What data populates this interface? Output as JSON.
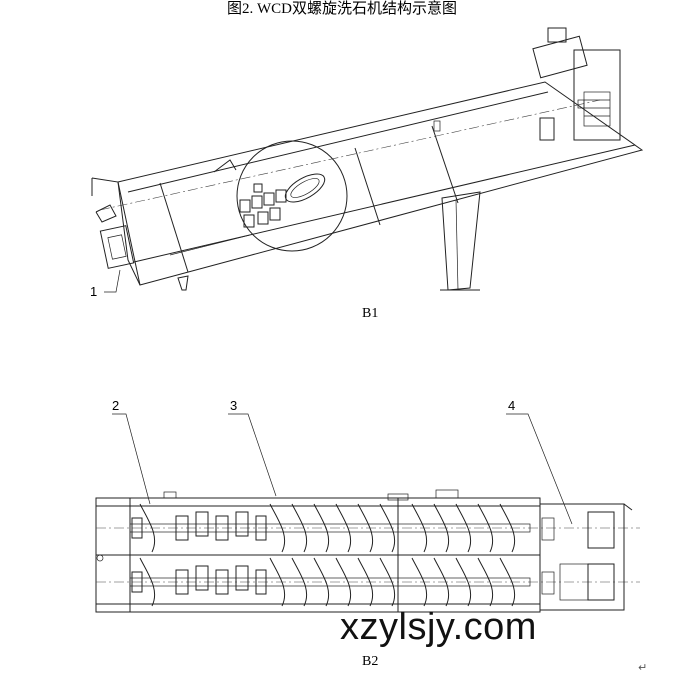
{
  "title": "图2.  WCD双螺旋洗石机结构示意图",
  "view1": {
    "caption": "B1",
    "callouts": [
      "1"
    ]
  },
  "view2": {
    "caption": "B2",
    "callouts": [
      "2",
      "3",
      "4"
    ]
  },
  "watermark": "xzylsjy.com",
  "return_mark": "↵"
}
